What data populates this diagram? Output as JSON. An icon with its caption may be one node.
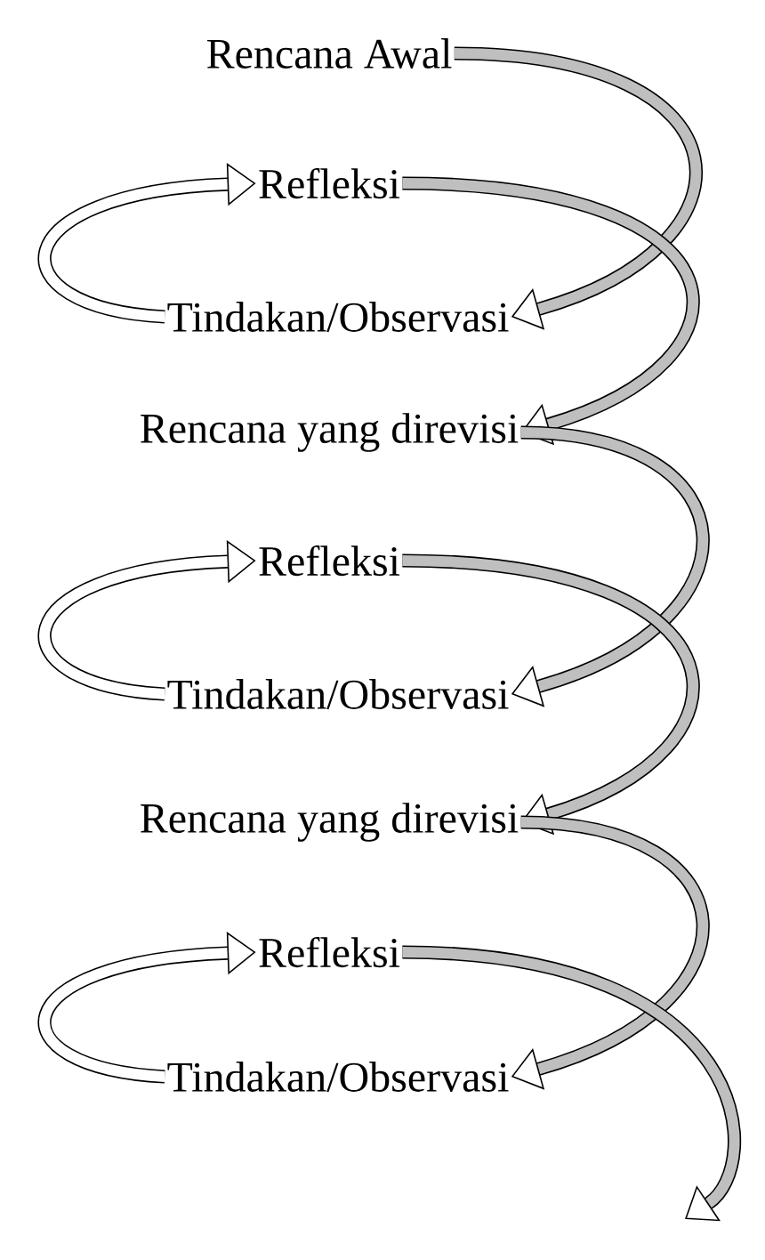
{
  "diagram": {
    "nodes": [
      {
        "text": [
          "Rencana Awal"
        ]
      },
      {
        "text": [
          "Refleksi"
        ]
      },
      {
        "text": [
          "Tindakan/Observasi"
        ]
      },
      {
        "text": [
          "Rencana yang direvisi"
        ]
      },
      {
        "text": [
          "Refleksi"
        ]
      },
      {
        "text": [
          "Tindakan/Observasi"
        ]
      },
      {
        "text": [
          "Rencana yang direvisi"
        ]
      },
      {
        "text": [
          "Refleksi"
        ]
      },
      {
        "text": [
          "Tindakan/Observasi"
        ]
      }
    ],
    "edges": [
      {
        "from": 0,
        "to": 2,
        "arrow": "to"
      },
      {
        "from": 1,
        "to": 3,
        "arrow": "to"
      },
      {
        "from": 2,
        "to": 1,
        "arrow": "to"
      },
      {
        "from": 3,
        "to": 5,
        "arrow": "to"
      },
      {
        "from": 4,
        "to": 6,
        "arrow": "to"
      },
      {
        "from": 5,
        "to": 4,
        "arrow": "to"
      },
      {
        "from": 6,
        "to": 8,
        "arrow": "to"
      },
      {
        "from": 7,
        "to": null,
        "arrow": "to"
      },
      {
        "from": 8,
        "to": 7,
        "arrow": "to"
      }
    ]
  }
}
